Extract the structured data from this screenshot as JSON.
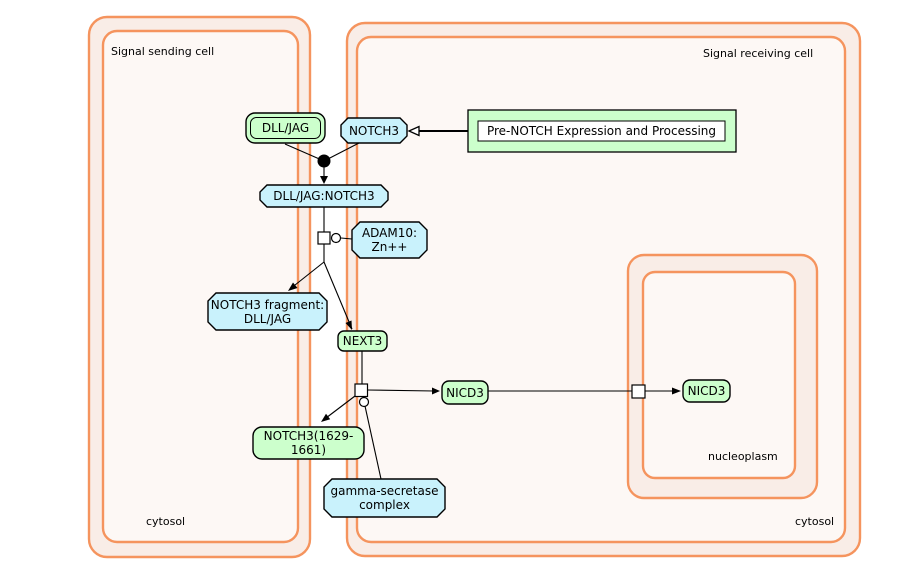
{
  "colors": {
    "canvas": "#FFFFFF",
    "membrane": "#F5945E",
    "band": "#F9EDE7",
    "cell_fill": "#FDF8F5",
    "protein_fill": "#CCFFCC",
    "complex_fill": "#C9F2FC",
    "node_border": "#000000",
    "edge": "#000000"
  },
  "compartments": {
    "sending_cell": "Signal sending cell",
    "receiving_cell": "Signal receiving cell",
    "cytosol_left": "cytosol",
    "cytosol_right": "cytosol",
    "nucleoplasm": "nucleoplasm"
  },
  "nodes": {
    "dll_jag": "DLL/JAG",
    "notch3": "NOTCH3",
    "pre_notch_pathway": "Pre-NOTCH Expression and Processing",
    "dll_jag_notch3": "DLL/JAG:NOTCH3",
    "adam10": "ADAM10:\nZn++",
    "notch3_fragment": "NOTCH3 fragment:\nDLL/JAG",
    "next3": "NEXT3",
    "nicd3_cytosol": "NICD3",
    "nicd3_nucleoplasm": "NICD3",
    "notch3_1629_1661": "NOTCH3(1629-\n1661)",
    "gamma_secretase": "gamma-secretase\ncomplex"
  }
}
